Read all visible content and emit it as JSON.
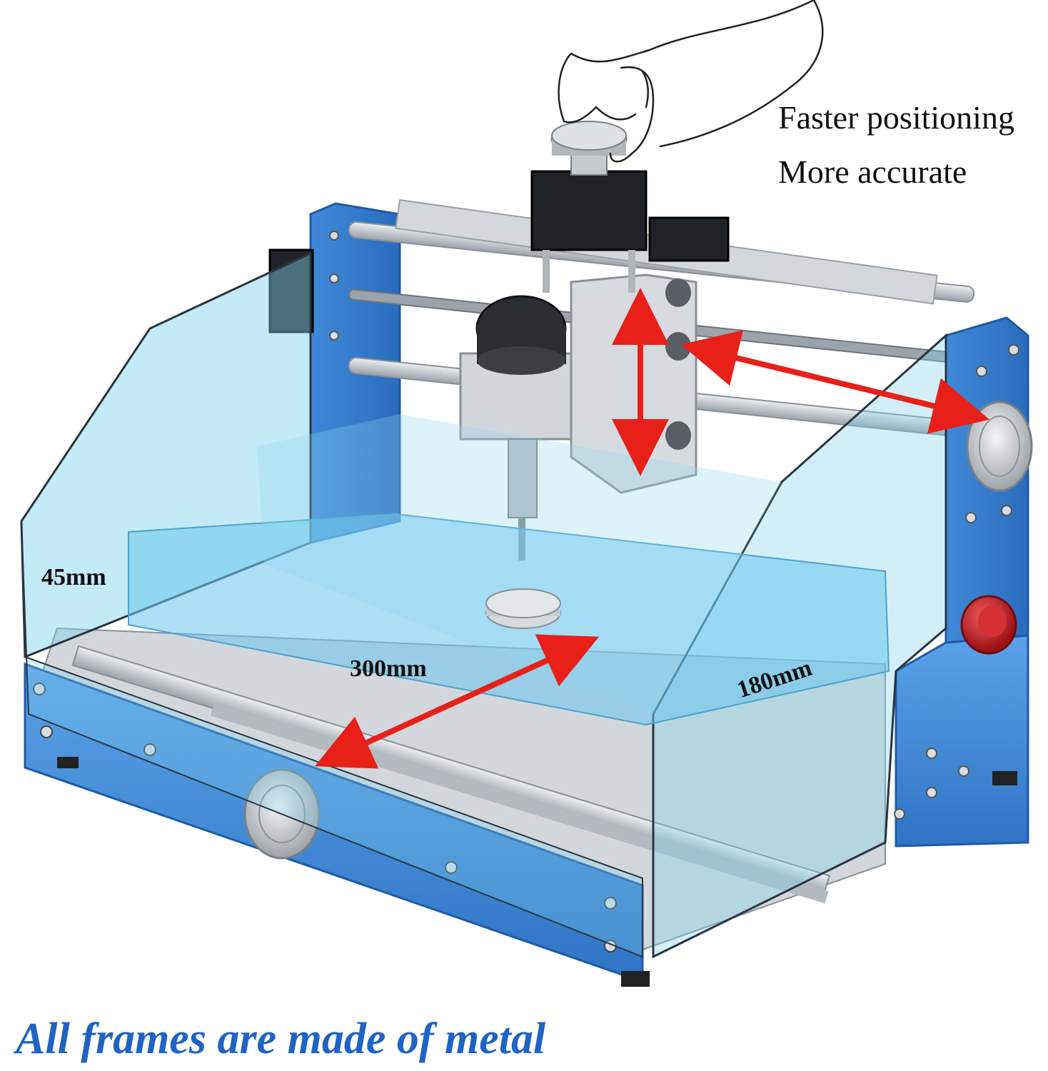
{
  "taglines": {
    "line1": "Faster positioning",
    "line2": "More accurate"
  },
  "dimensions": {
    "z_travel": "45mm",
    "x_travel": "300mm",
    "y_travel": "180mm"
  },
  "footer": {
    "text": "All frames are made of metal"
  },
  "colors": {
    "frame_blue": "#3b86d6",
    "acrylic_blue": "#7fd0ee",
    "arrow_red": "#e8201a",
    "footer_blue": "#1f64c4",
    "aluminium": "#c9cdd2",
    "stop_button": "#c81e24"
  },
  "icons": {
    "hand": "hand-icon",
    "emergency_stop": "stop-button-icon"
  }
}
